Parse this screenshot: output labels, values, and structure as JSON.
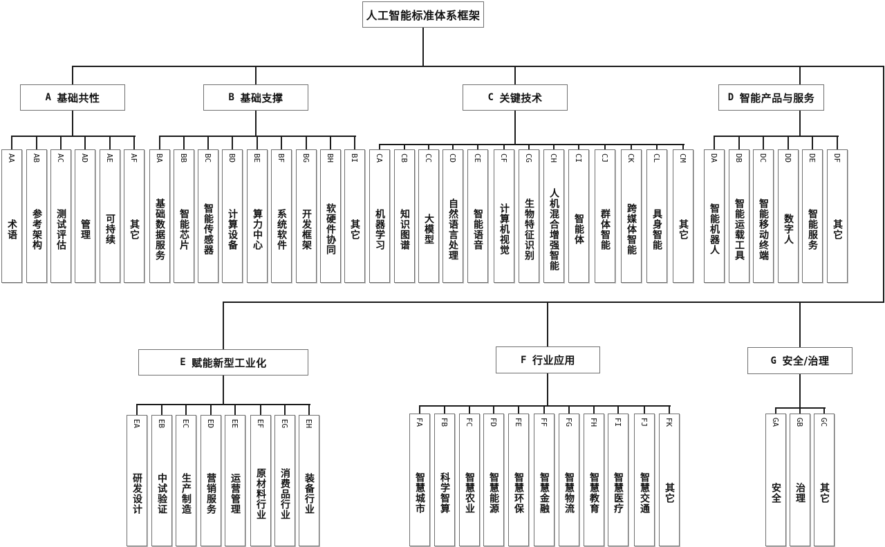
{
  "root": {
    "title": "人工智能标准体系框架"
  },
  "categories": [
    {
      "code": "A",
      "label": "基础共性",
      "items": [
        {
          "code": "AA",
          "label": "术语"
        },
        {
          "code": "AB",
          "label": "参考架构"
        },
        {
          "code": "AC",
          "label": "测试评估"
        },
        {
          "code": "AD",
          "label": "管理"
        },
        {
          "code": "AE",
          "label": "可持续"
        },
        {
          "code": "AF",
          "label": "其它"
        }
      ]
    },
    {
      "code": "B",
      "label": "基础支撑",
      "items": [
        {
          "code": "BA",
          "label": "基础数据服务"
        },
        {
          "code": "BB",
          "label": "智能芯片"
        },
        {
          "code": "BC",
          "label": "智能传感器"
        },
        {
          "code": "BD",
          "label": "计算设备"
        },
        {
          "code": "BE",
          "label": "算力中心"
        },
        {
          "code": "BF",
          "label": "系统软件"
        },
        {
          "code": "BG",
          "label": "开发框架"
        },
        {
          "code": "BH",
          "label": "软硬件协同"
        },
        {
          "code": "BI",
          "label": "其它"
        }
      ]
    },
    {
      "code": "C",
      "label": "关键技术",
      "items": [
        {
          "code": "CA",
          "label": "机器学习"
        },
        {
          "code": "CB",
          "label": "知识图谱"
        },
        {
          "code": "CC",
          "label": "大模型"
        },
        {
          "code": "CD",
          "label": "自然语言处理"
        },
        {
          "code": "CE",
          "label": "智能语音"
        },
        {
          "code": "CF",
          "label": "计算机视觉"
        },
        {
          "code": "CG",
          "label": "生物特征识别"
        },
        {
          "code": "CH",
          "label": "人机混合增强智能"
        },
        {
          "code": "CI",
          "label": "智能体"
        },
        {
          "code": "CJ",
          "label": "群体智能"
        },
        {
          "code": "CK",
          "label": "跨媒体智能"
        },
        {
          "code": "CL",
          "label": "具身智能"
        },
        {
          "code": "CM",
          "label": "其它"
        }
      ]
    },
    {
      "code": "D",
      "label": "智能产品与服务",
      "items": [
        {
          "code": "DA",
          "label": "智能机器人"
        },
        {
          "code": "DB",
          "label": "智能运载工具"
        },
        {
          "code": "DC",
          "label": "智能移动终端"
        },
        {
          "code": "DD",
          "label": "数字人"
        },
        {
          "code": "DE",
          "label": "智能服务"
        },
        {
          "code": "DF",
          "label": "其它"
        }
      ]
    },
    {
      "code": "E",
      "label": "赋能新型工业化",
      "items": [
        {
          "code": "EA",
          "label": "研发设计"
        },
        {
          "code": "EB",
          "label": "中试验证"
        },
        {
          "code": "EC",
          "label": "生产制造"
        },
        {
          "code": "ED",
          "label": "营销服务"
        },
        {
          "code": "EE",
          "label": "运营管理"
        },
        {
          "code": "EF",
          "label": "原材料行业"
        },
        {
          "code": "EG",
          "label": "消费品行业"
        },
        {
          "code": "EH",
          "label": "装备行业"
        }
      ]
    },
    {
      "code": "F",
      "label": "行业应用",
      "items": [
        {
          "code": "FA",
          "label": "智慧城市"
        },
        {
          "code": "FB",
          "label": "科学智算"
        },
        {
          "code": "FC",
          "label": "智慧农业"
        },
        {
          "code": "FD",
          "label": "智慧能源"
        },
        {
          "code": "FE",
          "label": "智慧环保"
        },
        {
          "code": "FF",
          "label": "智慧金融"
        },
        {
          "code": "FG",
          "label": "智慧物流"
        },
        {
          "code": "FH",
          "label": "智慧教育"
        },
        {
          "code": "FI",
          "label": "智慧医疗"
        },
        {
          "code": "FJ",
          "label": "智慧交通"
        },
        {
          "code": "FK",
          "label": "其它"
        }
      ]
    },
    {
      "code": "G",
      "label": "安全/治理",
      "items": [
        {
          "code": "GA",
          "label": "安全"
        },
        {
          "code": "GB",
          "label": "治理"
        },
        {
          "code": "GC",
          "label": "其它"
        }
      ]
    }
  ]
}
